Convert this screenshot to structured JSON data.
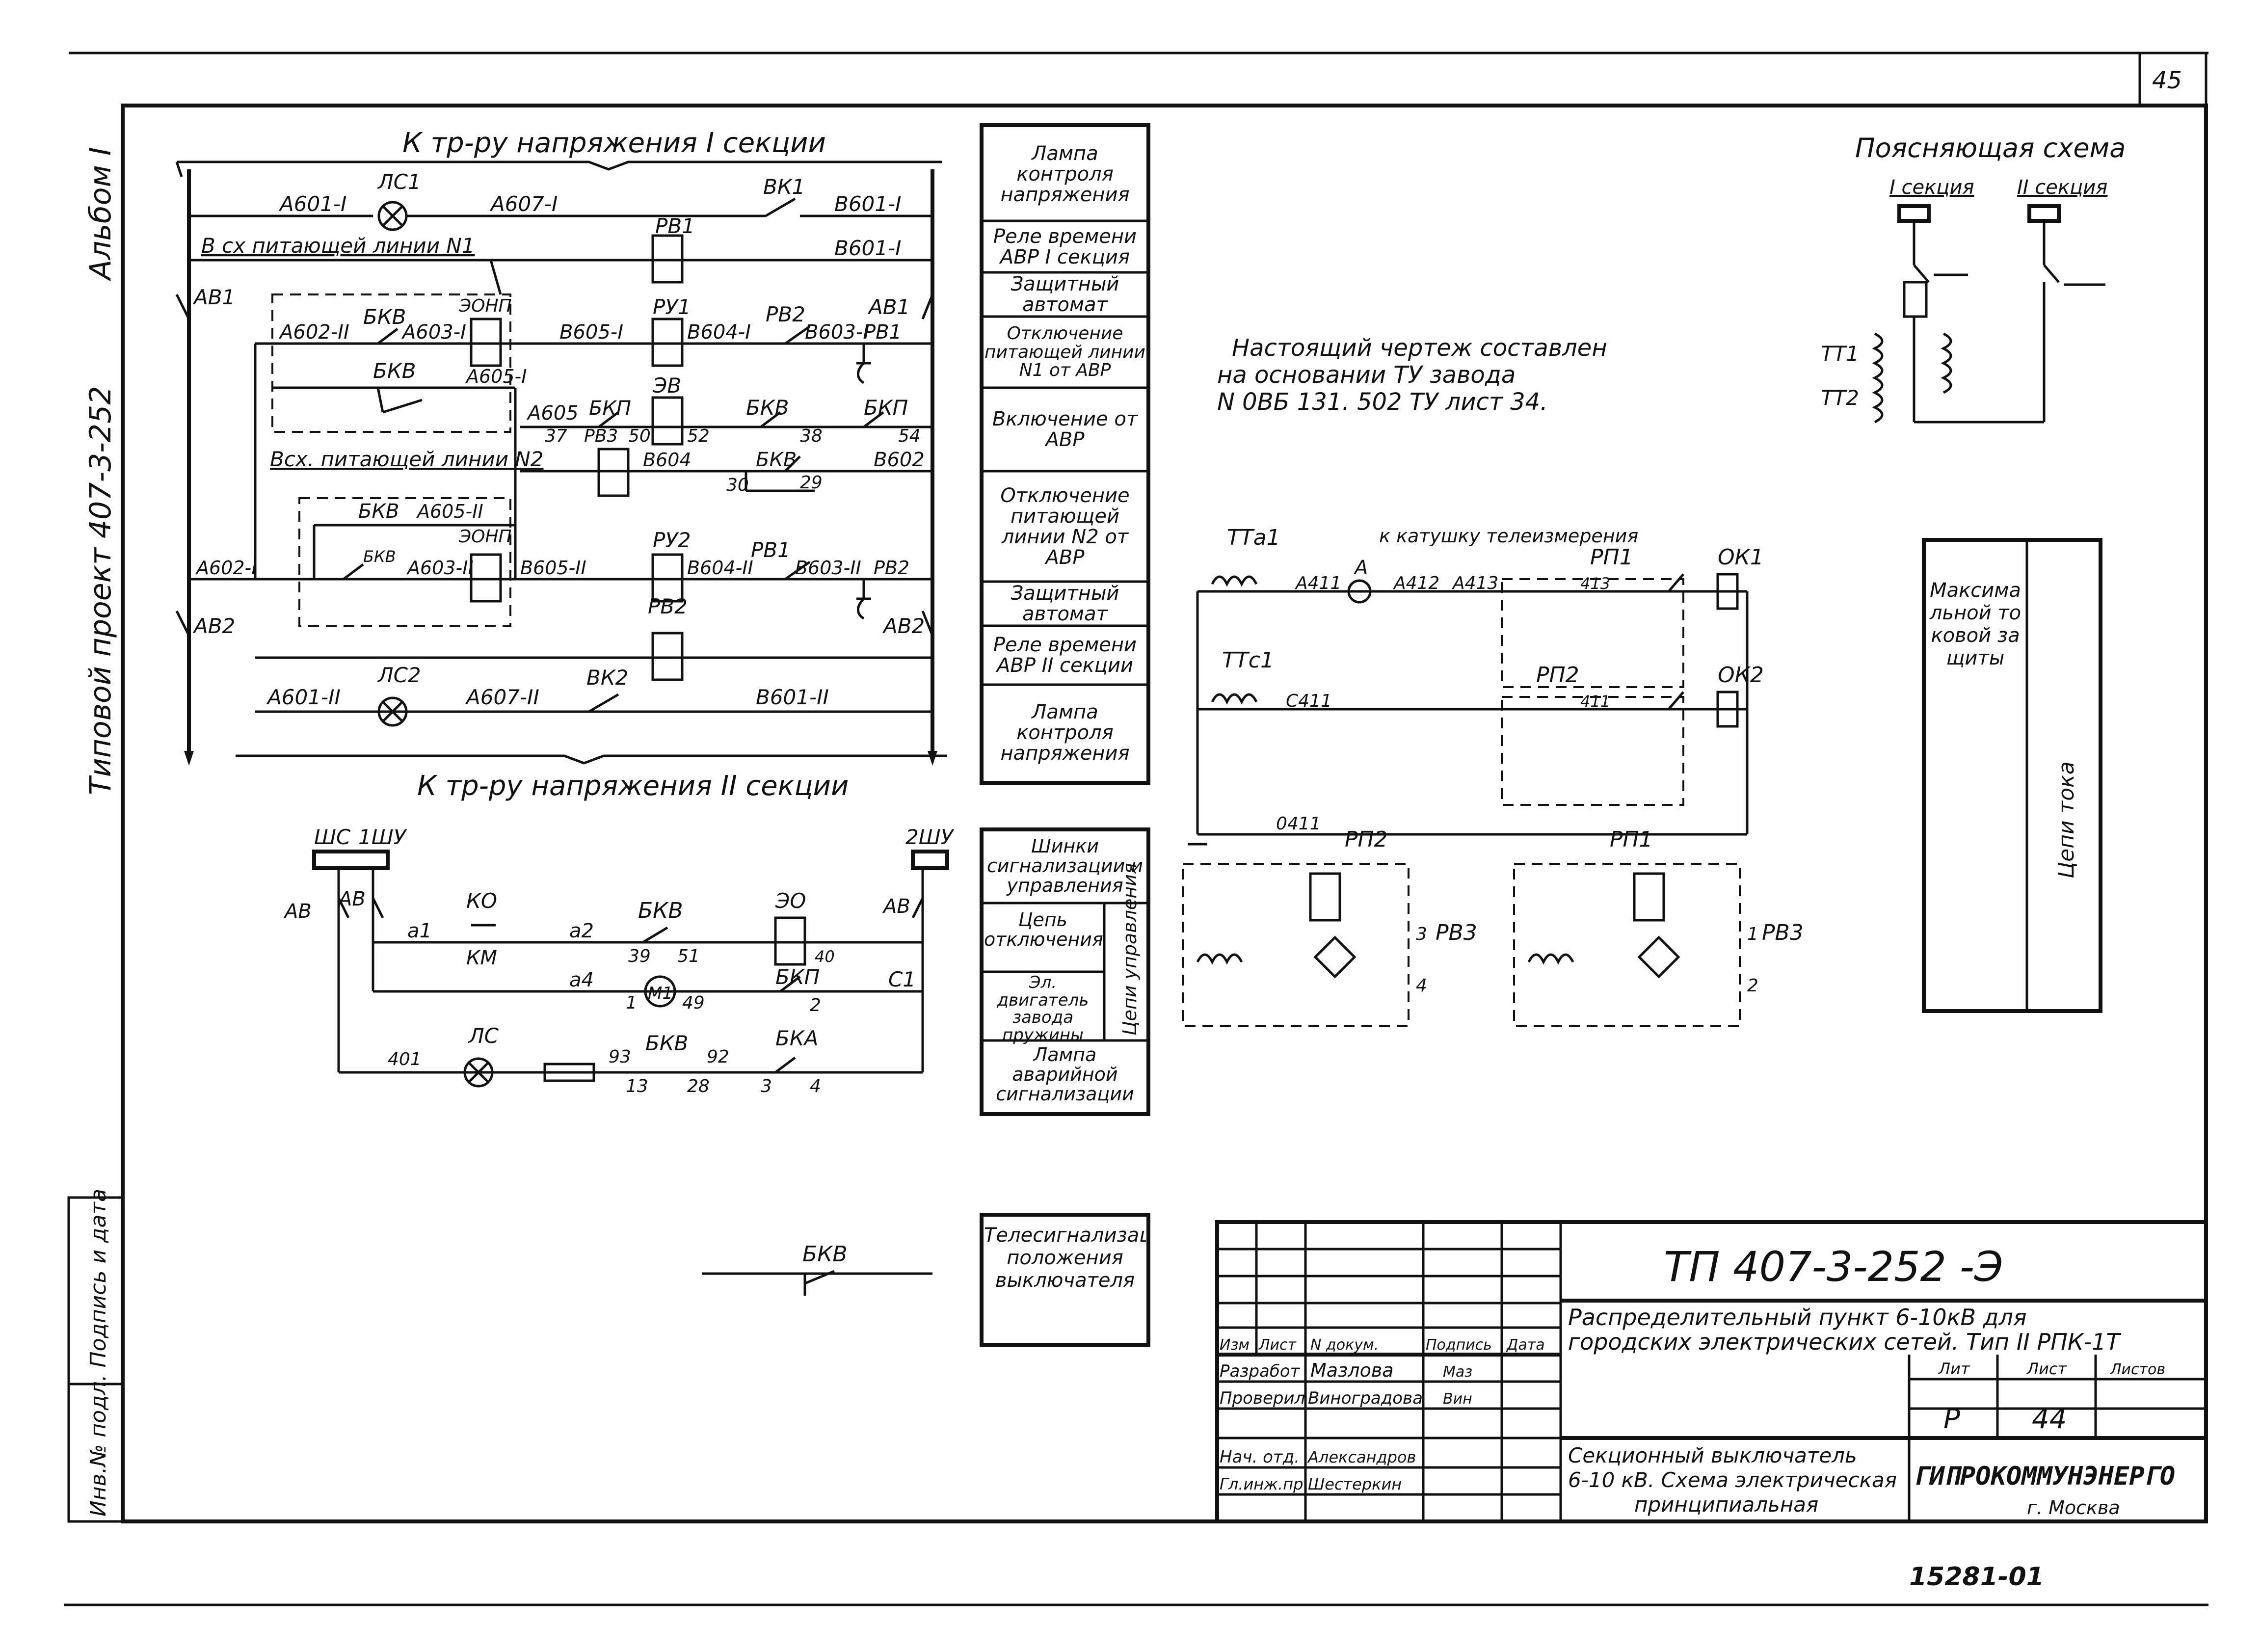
{
  "sheet": {
    "page_number": "45",
    "album": "Альбом I",
    "project": "Типовой проект 407-3-252",
    "inv_stamp": "Инв.№ подл. Подпись и дата",
    "archive_number": "15281-01"
  },
  "top_bus": {
    "caption": "К тр-ру напряжения I секции",
    "wire1": "А601-I",
    "lamp": "ЛС1",
    "wire2": "А607-I",
    "switch": "ВК1",
    "wire3": "В601-I",
    "line2_label": "В сх питающей линии N1",
    "relay": "РВ1",
    "wire4": "В601-I",
    "breaker": "АВ1"
  },
  "section1": {
    "w1": "А602-II",
    "bkv": "БКВ",
    "w2": "А603-I",
    "coil": "ЭОНП",
    "w3": "В605-I",
    "ru1": "РУ1",
    "w4": "В604-I",
    "rv2": "РВ2",
    "w5": "В603-I",
    "pv1": "РВ1",
    "av1": "АВ1",
    "bkv2": "БКВ",
    "w6": "А605-I",
    "a605": "А605",
    "bkp": "БКП",
    "ev": "ЭВ",
    "bkv3": "БКВ",
    "bkp2": "БКП",
    "n37": "37",
    "rv3": "РВ3",
    "n50": "50",
    "n52": "52",
    "n38": "38",
    "n54": "54",
    "b604": "В604",
    "bkv4": "БКВ",
    "b602": "В602",
    "n30": "30",
    "n29": "29"
  },
  "section2": {
    "vsx": "Всх. питающей линии N2",
    "bkv": "БКВ",
    "w1": "А605-II",
    "bkv2": "БКВ",
    "coil": "ЭОНП",
    "w0": "А602-I",
    "w2": "А603-II",
    "w3": "В605-II",
    "ru2": "РУ2",
    "w4": "В604-II",
    "rv1": "РВ1",
    "w5": "В603-II",
    "rv2": "РВ2",
    "av2": "АВ2",
    "av2b": "АВ2",
    "rv2b": "РВ2"
  },
  "bottom_bus": {
    "wire1": "А601-II",
    "lamp": "ЛС2",
    "wire2": "А607-II",
    "switch": "ВК2",
    "wire3": "В601-II",
    "caption": "К тр-ру напряжения II секции"
  },
  "control": {
    "shc": "ШС",
    "shu1": "1ШУ",
    "shu2": "2ШУ",
    "av": "АВ",
    "av2": "АВ",
    "av3": "АВ",
    "ko": "КО",
    "km": "КМ",
    "a1": "а1",
    "a2": "а2",
    "a4": "а4",
    "bkv": "БКВ",
    "eo": "ЭО",
    "n39": "39",
    "n51": "51",
    "n40": "40",
    "m": "М1",
    "n1": "1",
    "n49": "49",
    "bkp": "БКП",
    "n2": "2",
    "c1": "С1",
    "n401": "401",
    "lc": "ЛС",
    "n93": "93",
    "bkv2": "БКВ",
    "n92": "92",
    "bka": "БКА",
    "n13": "13",
    "n28": "28",
    "n3": "3",
    "n4": "4"
  },
  "legend_top": [
    "Лампа контроля напряжения",
    "Реле времени АВР I секция",
    "Защитный автомат",
    "Отключение питающей линии N1 от АВР",
    "Включение от АВР",
    "Отключение питающей линии N2 от АВР",
    "Защитный автомат",
    "Реле времени АВР II секции",
    "Лампа контроля напряжения"
  ],
  "legend_bottom": {
    "shinki": "Шинки сигнализации и управления",
    "cep_otkl": "Цепь отключения",
    "el_dvig": "Эл. двигатель завода пружины",
    "cepi_upr": "Цепи управления",
    "lampa_av": "Лампа аварийной сигнализации"
  },
  "telesig": {
    "label": "Телесигнализация положения выключателя",
    "bkv": "БКВ"
  },
  "note": {
    "line1": "Настоящий чертеж составлен",
    "line2": "на основании ТУ завода",
    "line3": "N 0ВБ 131. 502 ТУ  лист 34."
  },
  "explain": {
    "title": "Поясняющая схема",
    "sec1": "I секция",
    "sec2": "II секция",
    "tt1": "ТТ1",
    "tt2": "ТТ2"
  },
  "current": {
    "tta1": "ТТа1",
    "ttc1": "ТТс1",
    "a411": "А411",
    "a": "А",
    "a412": "А412",
    "a413": "А413",
    "note": "к катушку телеизмерения",
    "rp1": "РП1",
    "n413": "413",
    "ok1": "ОК1",
    "c411": "С411",
    "rp2": "РП2",
    "n411": "411",
    "ok2": "ОК2",
    "o411": "0411",
    "rp2b": "РП2",
    "rp1b": "РП1",
    "rv3a": "РВ3",
    "rv3b": "РВ3",
    "n3": "3",
    "n4": "4",
    "n1": "1",
    "n2": "2",
    "box_col1": "Максимальной токовой защиты",
    "box_col2": "Цепи тока"
  },
  "title_block": {
    "code": "ТП 407-3-252  -Э",
    "desc1": "Распределительный пункт 6-10кВ для",
    "desc2": "городских электрических сетей. Тип II РПК-1Т",
    "h_izm": "Изм",
    "h_list": "Лист",
    "h_doc": "N докум.",
    "h_podp": "Подпись",
    "h_date": "Дата",
    "r1_role": "Разработ",
    "r1_name": "Мазлова",
    "r1_sign": "Маз",
    "r2_role": "Проверил",
    "r2_name": "Виноградова",
    "r2_sign": "Вин",
    "r3_role": "Нач. отд.",
    "r3_name": "Александров",
    "r4_role": "Гл.инж.пр",
    "r4_name": "Шестеркин",
    "lit_h": "Лит",
    "list_h": "Лист",
    "listov_h": "Листов",
    "lit": "Р",
    "list": "44",
    "sheet_title1": "Секционный выключатель",
    "sheet_title2": "6-10 кВ. Схема электрическая",
    "sheet_title3": "принципиальная",
    "org": "ГИПРОКОММУНЭНЕРГО",
    "city": "г. Москва"
  }
}
